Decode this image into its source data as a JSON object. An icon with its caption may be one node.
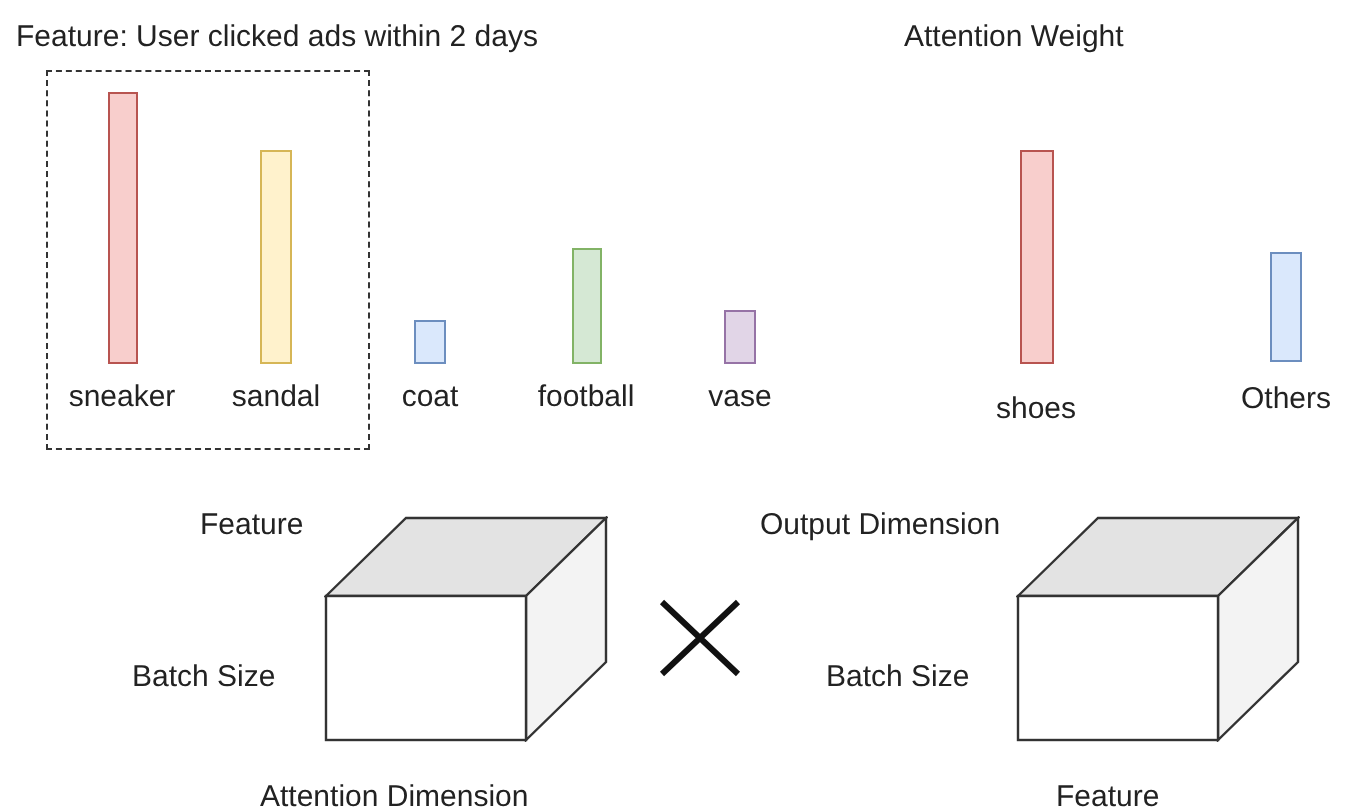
{
  "diagram": {
    "nodes": [
      {
        "text": [],
        "shape": "box"
      },
      {
        "text": [
          "sneaker"
        ],
        "in": 0
      },
      {
        "text": [
          "sandal"
        ],
        "in": 0
      },
      {
        "text": [
          "coat"
        ]
      },
      {
        "text": [
          "football"
        ]
      },
      {
        "text": [
          "vase"
        ]
      },
      {
        "text": [
          "shoes"
        ]
      },
      {
        "text": [
          "Others"
        ]
      },
      {
        "text": [],
        "shape": "cube",
        "beside": [
          "Feature",
          "Batch Size",
          "Attention Dimension"
        ]
      },
      {
        "text": [],
        "shape": "cube",
        "beside": [
          "Output Dimension",
          "Batch Size",
          "Feature"
        ]
      }
    ],
    "labels": [
      "Feature: User clicked ads within 2 days",
      "Attention Weight"
    ]
  }
}
